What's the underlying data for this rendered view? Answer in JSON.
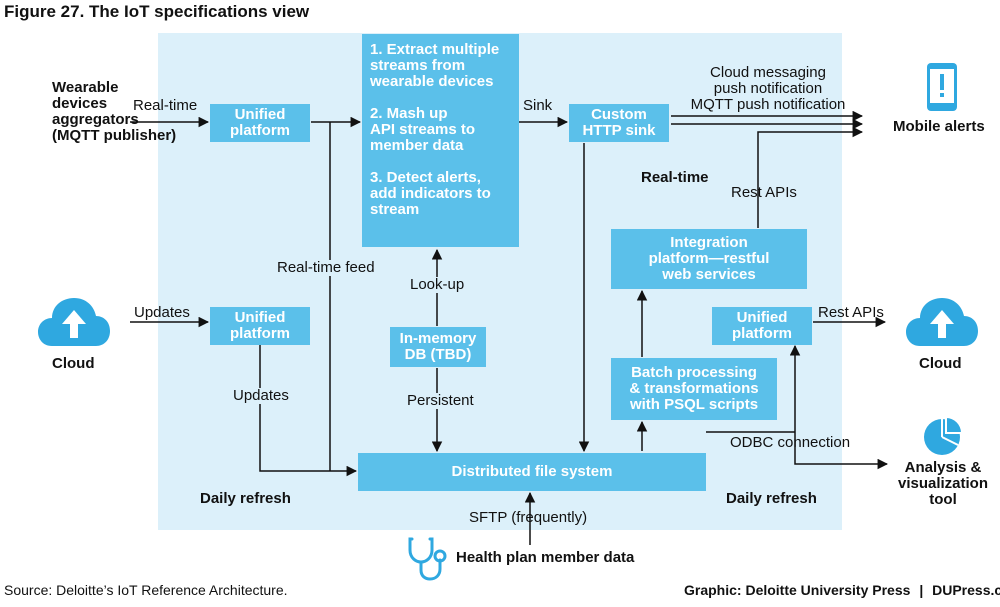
{
  "title": "Figure 27. The IoT specifications view",
  "boxes": {
    "unified_top": "Unified\nplatform",
    "streams": "1. Extract multiple\nstreams from\nwearable devices\n\n2. Mash up\nAPI streams to\nmember data\n\n3. Detect alerts,\nadd indicators to\nstream",
    "custom_sink": "Custom\nHTTP sink",
    "integration": "Integration\nplatform—restful\nweb services",
    "unified_mid": "Unified\nplatform",
    "unified_right": "Unified\nplatform",
    "inmemory": "In-memory\nDB (TBD)",
    "batch": "Batch processing\n& transformations\nwith PSQL scripts",
    "dfs": "Distributed file system"
  },
  "labels": {
    "wearable": "Wearable\ndevices\naggregators\n(MQTT publisher)",
    "realtime_in": "Real-time",
    "sink": "Sink",
    "cloud_messaging": "Cloud messaging\npush notification\nMQTT push notification",
    "mobile_alerts": "Mobile alerts",
    "realtime_bold": "Real-time",
    "rest_apis_top": "Rest APIs",
    "realtime_feed": "Real-time feed",
    "lookup": "Look-up",
    "updates_in": "Updates",
    "cloud_left": "Cloud",
    "updates_down": "Updates",
    "persistent": "Persistent",
    "rest_apis_right": "Rest APIs",
    "cloud_right": "Cloud",
    "odbc": "ODBC connection",
    "analysis": "Analysis &\nvisualization\ntool",
    "daily_refresh_left": "Daily refresh",
    "daily_refresh_right": "Daily refresh",
    "sftp": "SFTP (frequently)",
    "health_plan": "Health plan member data"
  },
  "footer": {
    "source": "Source: Deloitte’s IoT Reference Architecture.",
    "graphic": "Graphic: Deloitte University Press",
    "separator": "|",
    "site": "DUPress.com"
  },
  "colors": {
    "panel": "#dcf0fa",
    "box": "#5bc0ea",
    "icon": "#2fa8e0",
    "line": "#111111"
  }
}
